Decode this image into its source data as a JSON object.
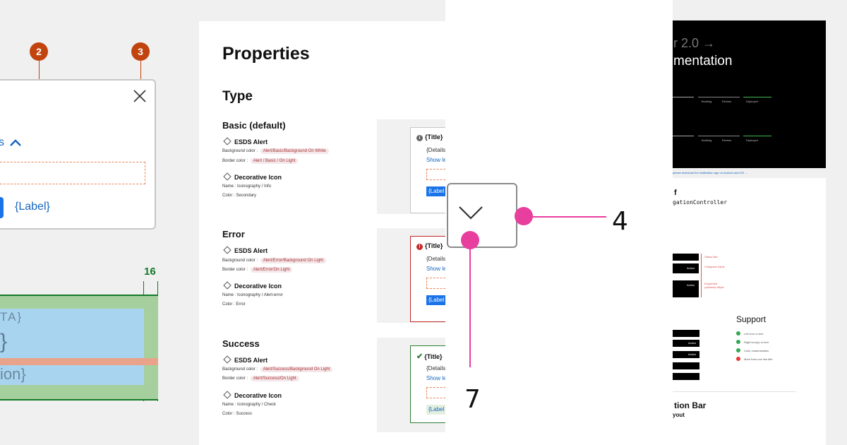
{
  "panel1": {
    "callouts": [
      "2",
      "3"
    ],
    "details_toggle": "s",
    "label_link": "{Label}",
    "grid_measure": "16",
    "grid_texts": [
      "TA}",
      "}",
      "ion}"
    ]
  },
  "panel2": {
    "title": "Properties",
    "type_heading": "Type",
    "sections": [
      {
        "title": "Basic (default)",
        "component": "ESDS Alert",
        "bg_label": "Background color :",
        "bg_value": "Alert/Basic/Background On White",
        "border_label": "Border color :",
        "border_value": "Alert / Basic / On Light",
        "icon_heading": "Decorative Icon",
        "name_label": "Name :",
        "name_value": "Iconography / Info",
        "color_label": "Color :",
        "color_value": "Secondary",
        "preview": {
          "title": "{Title}",
          "details": "{Details",
          "show": "Show le",
          "button": "{Label"
        }
      },
      {
        "title": "Error",
        "component": "ESDS Alert",
        "bg_label": "Background color :",
        "bg_value": "Alert/Error/Background On Light",
        "border_label": "Border color :",
        "border_value": "Alert/Error/On Light",
        "icon_heading": "Decorative Icon",
        "name_label": "Name :",
        "name_value": "Iconography / Alert-error",
        "color_label": "Color :",
        "color_value": "Error",
        "preview": {
          "title": "{Title}",
          "details": "{Details",
          "show": "Show le",
          "button": "{Label"
        }
      },
      {
        "title": "Success",
        "component": "ESDS Alert",
        "bg_label": "Background color :",
        "bg_value": "Alert/Success/Background On Light",
        "border_label": "Border color :",
        "border_value": "Alert/Success/On Light",
        "icon_heading": "Decorative Icon",
        "name_label": "Name :",
        "name_value": "Iconography / Check",
        "color_label": "Color :",
        "color_value": "Success",
        "preview": {
          "title": "{Title}",
          "details": "{Details",
          "show": "Show le",
          "button": "{Label"
        }
      }
    ]
  },
  "panel3": {
    "annotation_right": "4",
    "annotation_bottom": "7"
  },
  "panel4": {
    "hero_line1": "r 2.0 →",
    "hero_line2": "mentation",
    "step_labels": [
      "Building",
      "Review",
      "Deployed"
    ],
    "link_text": "please download the Notification app on Android and iOS →",
    "heading_f": "f",
    "mono_heading": "gationController",
    "side_labels": [
      "Status Bar",
      "Collapsed 44pts",
      "Expanded (optional) 96pts"
    ],
    "support_heading": "Support",
    "support_items": [
      "Left icon or text",
      "Right icon(s) or text",
      "Color customization",
      "More than one line title"
    ],
    "action_label": "Action",
    "bottom_heading": "tion Bar",
    "bottom_sub": "yout"
  },
  "colors": {
    "callout": "#c1440e",
    "pink": "#e83e9e",
    "link": "#1565c0",
    "error": "#c62828",
    "success": "#2e7d32"
  }
}
